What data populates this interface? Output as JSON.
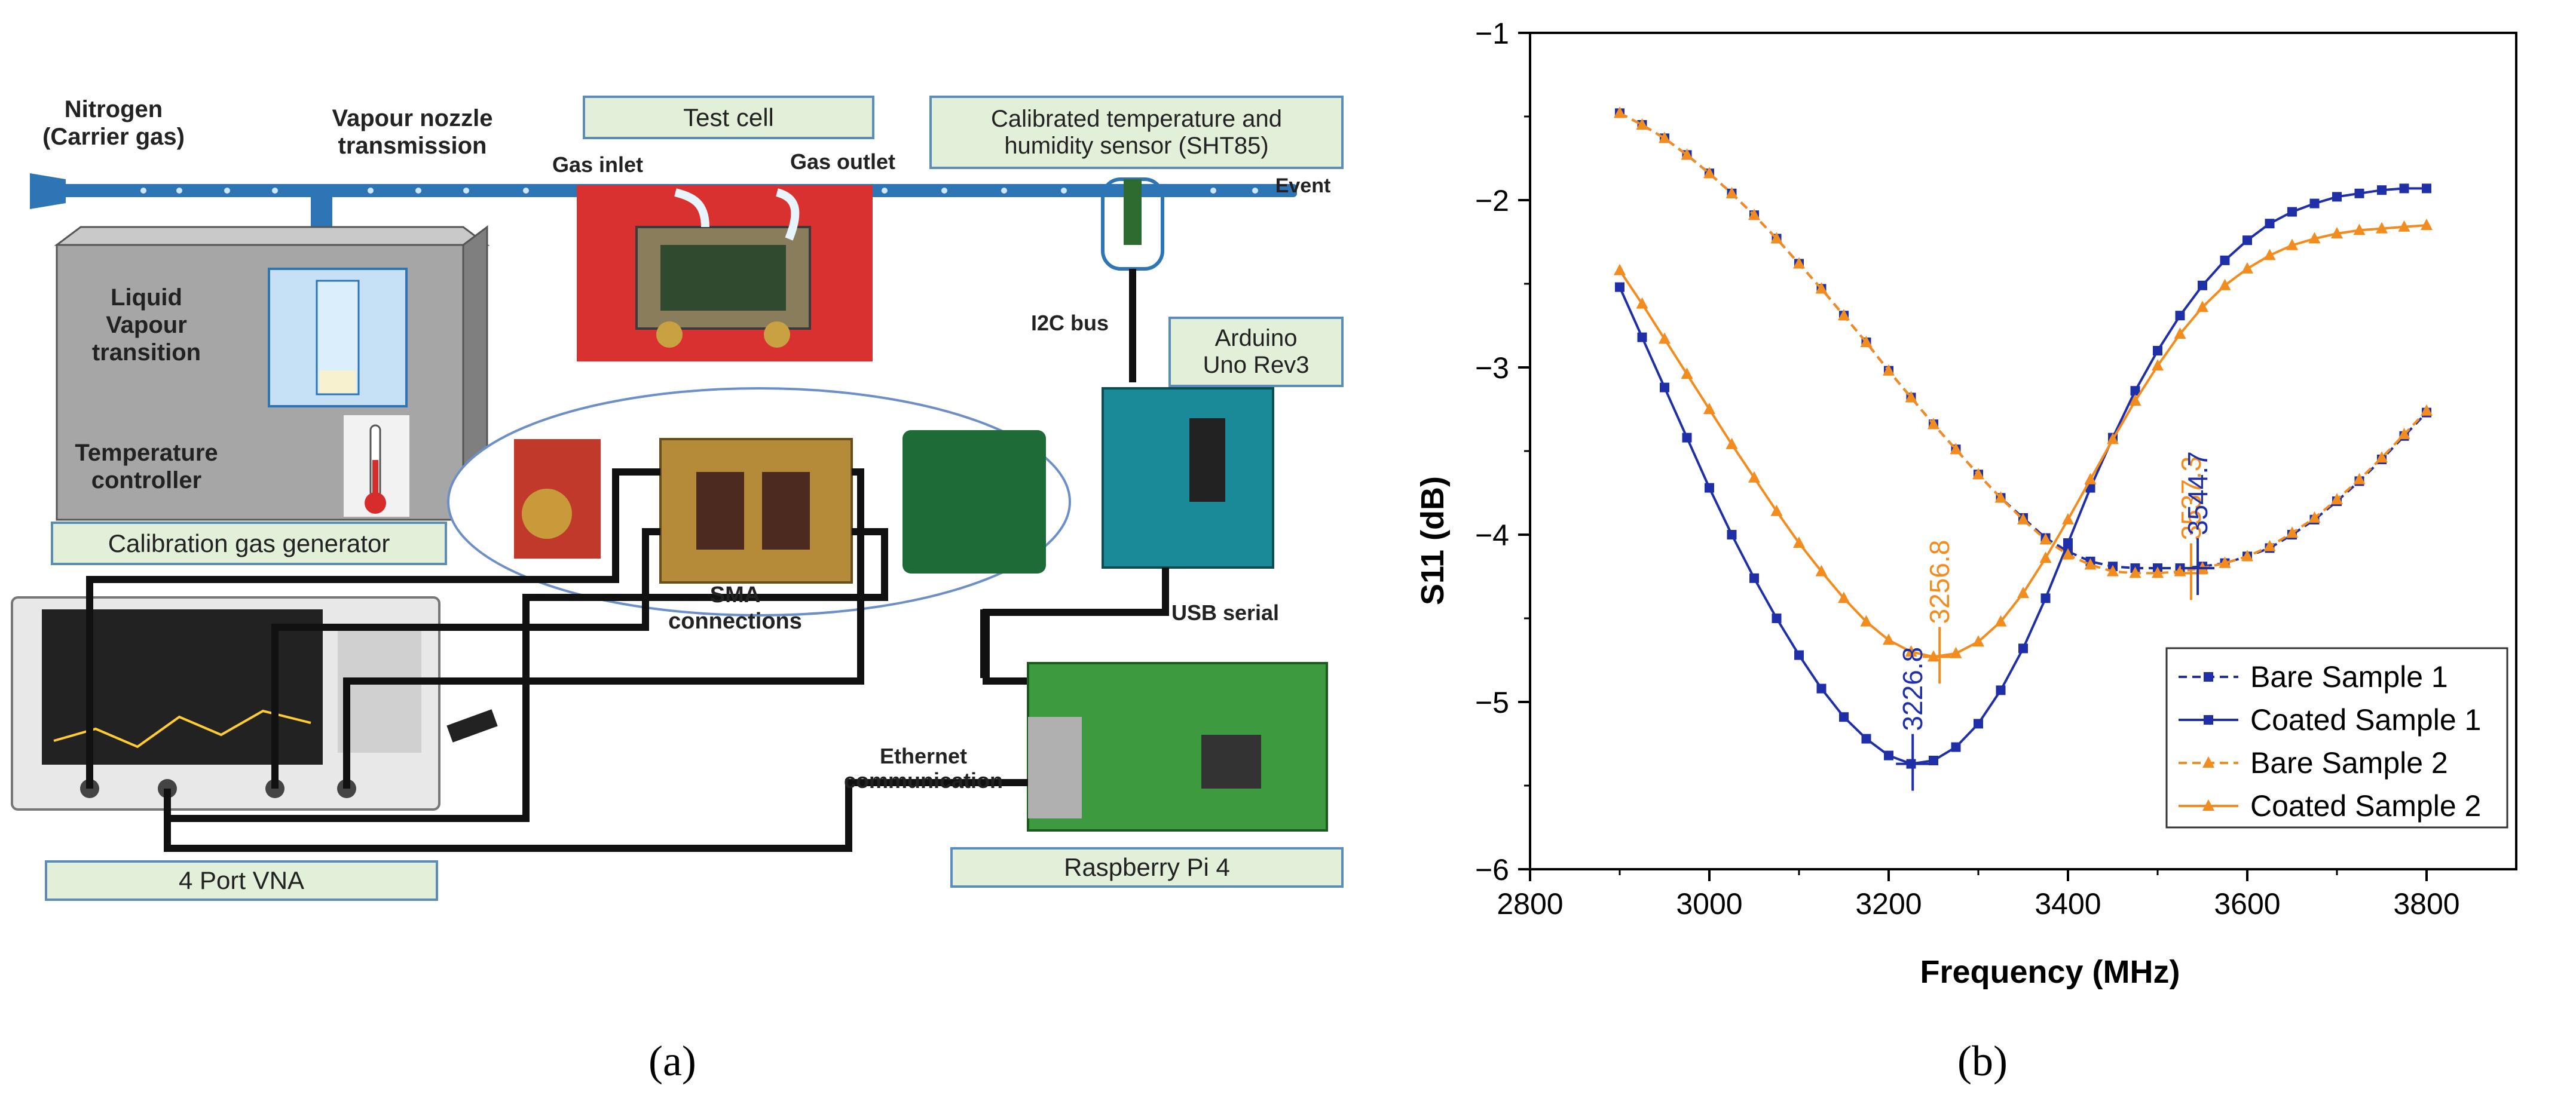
{
  "panels": {
    "a": "(a)",
    "b": "(b)"
  },
  "diagram": {
    "nitrogen": "Nitrogen",
    "carrier_gas": "(Carrier gas)",
    "vapour_nozzle": "Vapour nozzle",
    "transmission": "transmission",
    "test_cell": "Test cell",
    "gas_inlet": "Gas inlet",
    "gas_outlet": "Gas outlet",
    "sensor_line1": "Calibrated temperature and",
    "sensor_line2": "humidity sensor (SHT85)",
    "event": "Event",
    "liquid": "Liquid",
    "vapour": "Vapour",
    "transition": "transition",
    "temperature": "Temperature",
    "controller": "controller",
    "cal_gas_gen": "Calibration gas generator",
    "i2c_bus": "I2C bus",
    "arduino_line1": "Arduino",
    "arduino_line2": "Uno Rev3",
    "sma": "SMA",
    "connections": "connections",
    "usb_serial": "USB serial",
    "ethernet": "Ethernet",
    "communication": "communication",
    "vna": "4 Port VNA",
    "raspberry": "Raspberry Pi 4"
  },
  "colors": {
    "blue": "#1f2fa8",
    "orange": "#f28c1e",
    "tube": "#2e75b6",
    "box_fill": "#e2f0d9"
  },
  "chart_data": {
    "type": "line",
    "xlabel": "Frequency (MHz)",
    "ylabel": "S11 (dB)",
    "xlim": [
      2800,
      3900
    ],
    "ylim": [
      -6,
      -1
    ],
    "xticks": [
      2800,
      3000,
      3200,
      3400,
      3600,
      3800
    ],
    "yticks": [
      -6,
      -5,
      -4,
      -3,
      -2,
      -1
    ],
    "x": [
      2900,
      2925,
      2950,
      2975,
      3000,
      3025,
      3050,
      3075,
      3100,
      3125,
      3150,
      3175,
      3200,
      3225,
      3250,
      3275,
      3300,
      3325,
      3350,
      3375,
      3400,
      3425,
      3450,
      3475,
      3500,
      3525,
      3550,
      3575,
      3600,
      3625,
      3650,
      3675,
      3700,
      3725,
      3750,
      3775,
      3800
    ],
    "legend_position": "lower-right",
    "series": [
      {
        "name": "Bare Sample 1",
        "color": "#1f2fa8",
        "dash": true,
        "marker": "square",
        "values": [
          -1.48,
          -1.55,
          -1.63,
          -1.73,
          -1.84,
          -1.96,
          -2.09,
          -2.23,
          -2.38,
          -2.53,
          -2.69,
          -2.85,
          -3.02,
          -3.18,
          -3.34,
          -3.49,
          -3.64,
          -3.78,
          -3.9,
          -4.02,
          -4.1,
          -4.16,
          -4.19,
          -4.2,
          -4.2,
          -4.2,
          -4.19,
          -4.17,
          -4.13,
          -4.08,
          -4.0,
          -3.91,
          -3.8,
          -3.68,
          -3.55,
          -3.41,
          -3.27
        ]
      },
      {
        "name": "Coated Sample 1",
        "color": "#1f2fa8",
        "dash": false,
        "marker": "square",
        "values": [
          -2.52,
          -2.82,
          -3.12,
          -3.42,
          -3.72,
          -4.0,
          -4.26,
          -4.5,
          -4.72,
          -4.92,
          -5.09,
          -5.22,
          -5.32,
          -5.37,
          -5.35,
          -5.27,
          -5.13,
          -4.93,
          -4.68,
          -4.38,
          -4.05,
          -3.72,
          -3.42,
          -3.14,
          -2.9,
          -2.69,
          -2.51,
          -2.36,
          -2.24,
          -2.14,
          -2.07,
          -2.02,
          -1.98,
          -1.96,
          -1.94,
          -1.93,
          -1.93
        ]
      },
      {
        "name": "Bare Sample 2",
        "color": "#f28c1e",
        "dash": true,
        "marker": "triangle",
        "values": [
          -1.48,
          -1.55,
          -1.63,
          -1.73,
          -1.84,
          -1.96,
          -2.09,
          -2.23,
          -2.38,
          -2.53,
          -2.69,
          -2.85,
          -3.02,
          -3.18,
          -3.34,
          -3.49,
          -3.64,
          -3.78,
          -3.91,
          -4.03,
          -4.12,
          -4.18,
          -4.22,
          -4.23,
          -4.23,
          -4.22,
          -4.2,
          -4.17,
          -4.13,
          -4.07,
          -3.99,
          -3.9,
          -3.79,
          -3.67,
          -3.54,
          -3.4,
          -3.26
        ]
      },
      {
        "name": "Coated Sample 2",
        "color": "#f28c1e",
        "dash": false,
        "marker": "triangle",
        "values": [
          -2.42,
          -2.62,
          -2.83,
          -3.04,
          -3.25,
          -3.46,
          -3.66,
          -3.86,
          -4.05,
          -4.22,
          -4.38,
          -4.52,
          -4.63,
          -4.7,
          -4.73,
          -4.71,
          -4.64,
          -4.52,
          -4.35,
          -4.14,
          -3.91,
          -3.67,
          -3.43,
          -3.2,
          -2.99,
          -2.8,
          -2.64,
          -2.51,
          -2.41,
          -2.33,
          -2.27,
          -2.23,
          -2.2,
          -2.18,
          -2.17,
          -2.16,
          -2.15
        ]
      }
    ],
    "annotations": [
      {
        "text": "3226.8",
        "x": 3226.8,
        "y": -5.37,
        "color": "#1f2fa8"
      },
      {
        "text": "3256.8",
        "x": 3256.8,
        "y": -4.73,
        "color": "#f28c1e"
      },
      {
        "text": "3537.3",
        "x": 3537.3,
        "y": -4.23,
        "color": "#f28c1e"
      },
      {
        "text": "3544.7",
        "x": 3544.7,
        "y": -4.2,
        "color": "#1f2fa8"
      }
    ]
  }
}
